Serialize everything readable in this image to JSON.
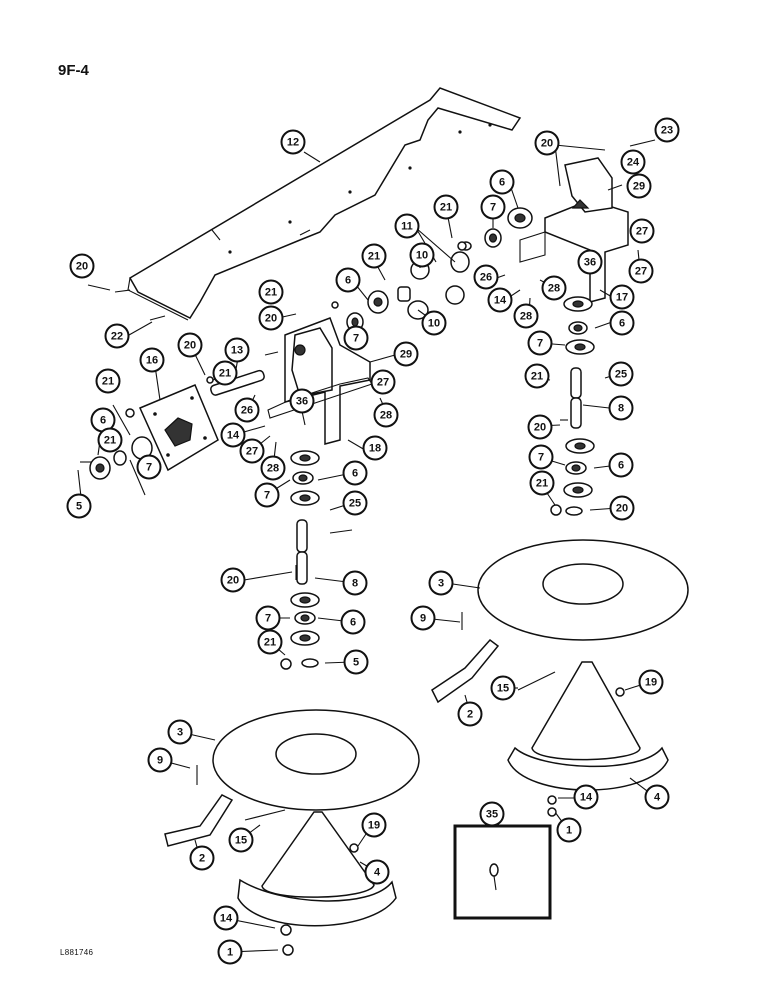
{
  "page_number": "9F-4",
  "figure_id": "L881746",
  "callouts": [
    {
      "label": "12"
    },
    {
      "label": "20"
    },
    {
      "label": "23"
    },
    {
      "label": "24"
    },
    {
      "label": "29"
    },
    {
      "label": "6"
    },
    {
      "label": "7"
    },
    {
      "label": "21"
    },
    {
      "label": "11"
    },
    {
      "label": "10"
    },
    {
      "label": "20"
    },
    {
      "label": "21"
    },
    {
      "label": "22"
    },
    {
      "label": "20"
    },
    {
      "label": "6"
    },
    {
      "label": "21"
    },
    {
      "label": "7"
    },
    {
      "label": "10"
    },
    {
      "label": "26"
    },
    {
      "label": "14"
    },
    {
      "label": "28"
    },
    {
      "label": "27"
    },
    {
      "label": "36"
    },
    {
      "label": "27"
    },
    {
      "label": "28"
    },
    {
      "label": "17"
    },
    {
      "label": "6"
    },
    {
      "label": "7"
    },
    {
      "label": "20"
    },
    {
      "label": "13"
    },
    {
      "label": "16"
    },
    {
      "label": "21"
    },
    {
      "label": "29"
    },
    {
      "label": "21"
    },
    {
      "label": "27"
    },
    {
      "label": "26"
    },
    {
      "label": "28"
    },
    {
      "label": "36"
    },
    {
      "label": "14"
    },
    {
      "label": "27"
    },
    {
      "label": "28"
    },
    {
      "label": "18"
    },
    {
      "label": "21"
    },
    {
      "label": "25"
    },
    {
      "label": "6"
    },
    {
      "label": "8"
    },
    {
      "label": "20"
    },
    {
      "label": "7"
    },
    {
      "label": "6"
    },
    {
      "label": "7"
    },
    {
      "label": "21"
    },
    {
      "label": "5"
    },
    {
      "label": "20"
    },
    {
      "label": "6"
    },
    {
      "label": "7"
    },
    {
      "label": "21"
    },
    {
      "label": "25"
    },
    {
      "label": "8"
    },
    {
      "label": "20"
    },
    {
      "label": "3"
    },
    {
      "label": "7"
    },
    {
      "label": "6"
    },
    {
      "label": "9"
    },
    {
      "label": "21"
    },
    {
      "label": "5"
    },
    {
      "label": "15"
    },
    {
      "label": "19"
    },
    {
      "label": "2"
    },
    {
      "label": "3"
    },
    {
      "label": "4"
    },
    {
      "label": "14"
    },
    {
      "label": "9"
    },
    {
      "label": "1"
    },
    {
      "label": "35"
    },
    {
      "label": "19"
    },
    {
      "label": "15"
    },
    {
      "label": "4"
    },
    {
      "label": "2"
    },
    {
      "label": "14"
    },
    {
      "label": "1"
    }
  ]
}
